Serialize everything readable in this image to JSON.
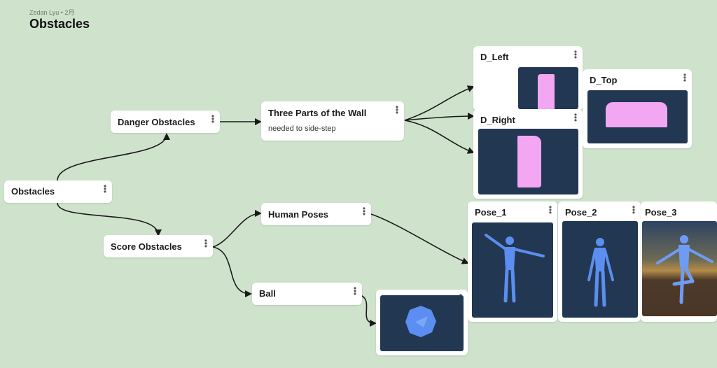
{
  "header": {
    "meta": "Zedan Lyu • 2月",
    "title": "Obstacles"
  },
  "nodes": {
    "root": {
      "label": "Obstacles"
    },
    "danger": {
      "label": "Danger Obstacles"
    },
    "score": {
      "label": "Score Obstacles"
    },
    "wall": {
      "label": "Three Parts of the Wall",
      "note": "needed to side-step"
    },
    "human": {
      "label": "Human Poses"
    },
    "ball": {
      "label": "Ball"
    }
  },
  "images": {
    "d_left": {
      "label": "D_Left"
    },
    "d_top": {
      "label": "D_Top"
    },
    "d_right": {
      "label": "D_Right"
    },
    "pose_1": {
      "label": "Pose_1"
    },
    "pose_2": {
      "label": "Pose_2"
    },
    "pose_3": {
      "label": "Pose_3"
    }
  },
  "colors": {
    "canvas": "#cfe3cc",
    "thumb_bg": "#223751",
    "wall_pink": "#f3a6f2",
    "figure_blue": "#5b8ef0"
  }
}
